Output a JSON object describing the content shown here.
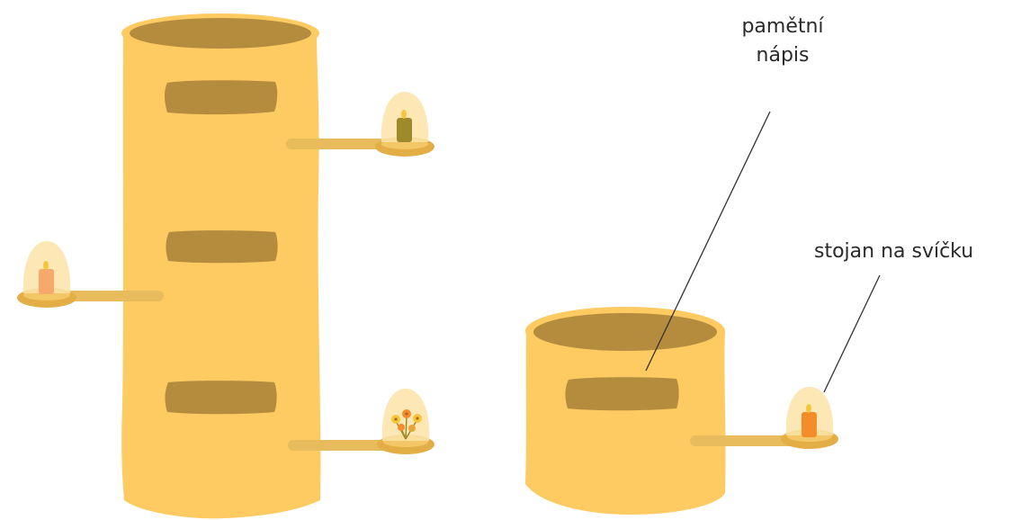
{
  "labels": {
    "inscription_line1": "pamětní",
    "inscription_line2": "nápis",
    "candle_holder": "stojan na svíčku"
  },
  "colors": {
    "body": "#FDCB62",
    "body_shade": "#F6C057",
    "top_opening": "#B58B3E",
    "plaque": "#B58B3E",
    "arm": "#E8BC5C",
    "dish": "#E3AE45",
    "dish_inner": "#F3C668",
    "lantern": "#FCE3A8",
    "candle_olive": "#9E8A2A",
    "candle_peach": "#F7A86B",
    "candle_orange": "#F48C2A",
    "flame": "#F6C53A",
    "leader_line": "#333333"
  }
}
